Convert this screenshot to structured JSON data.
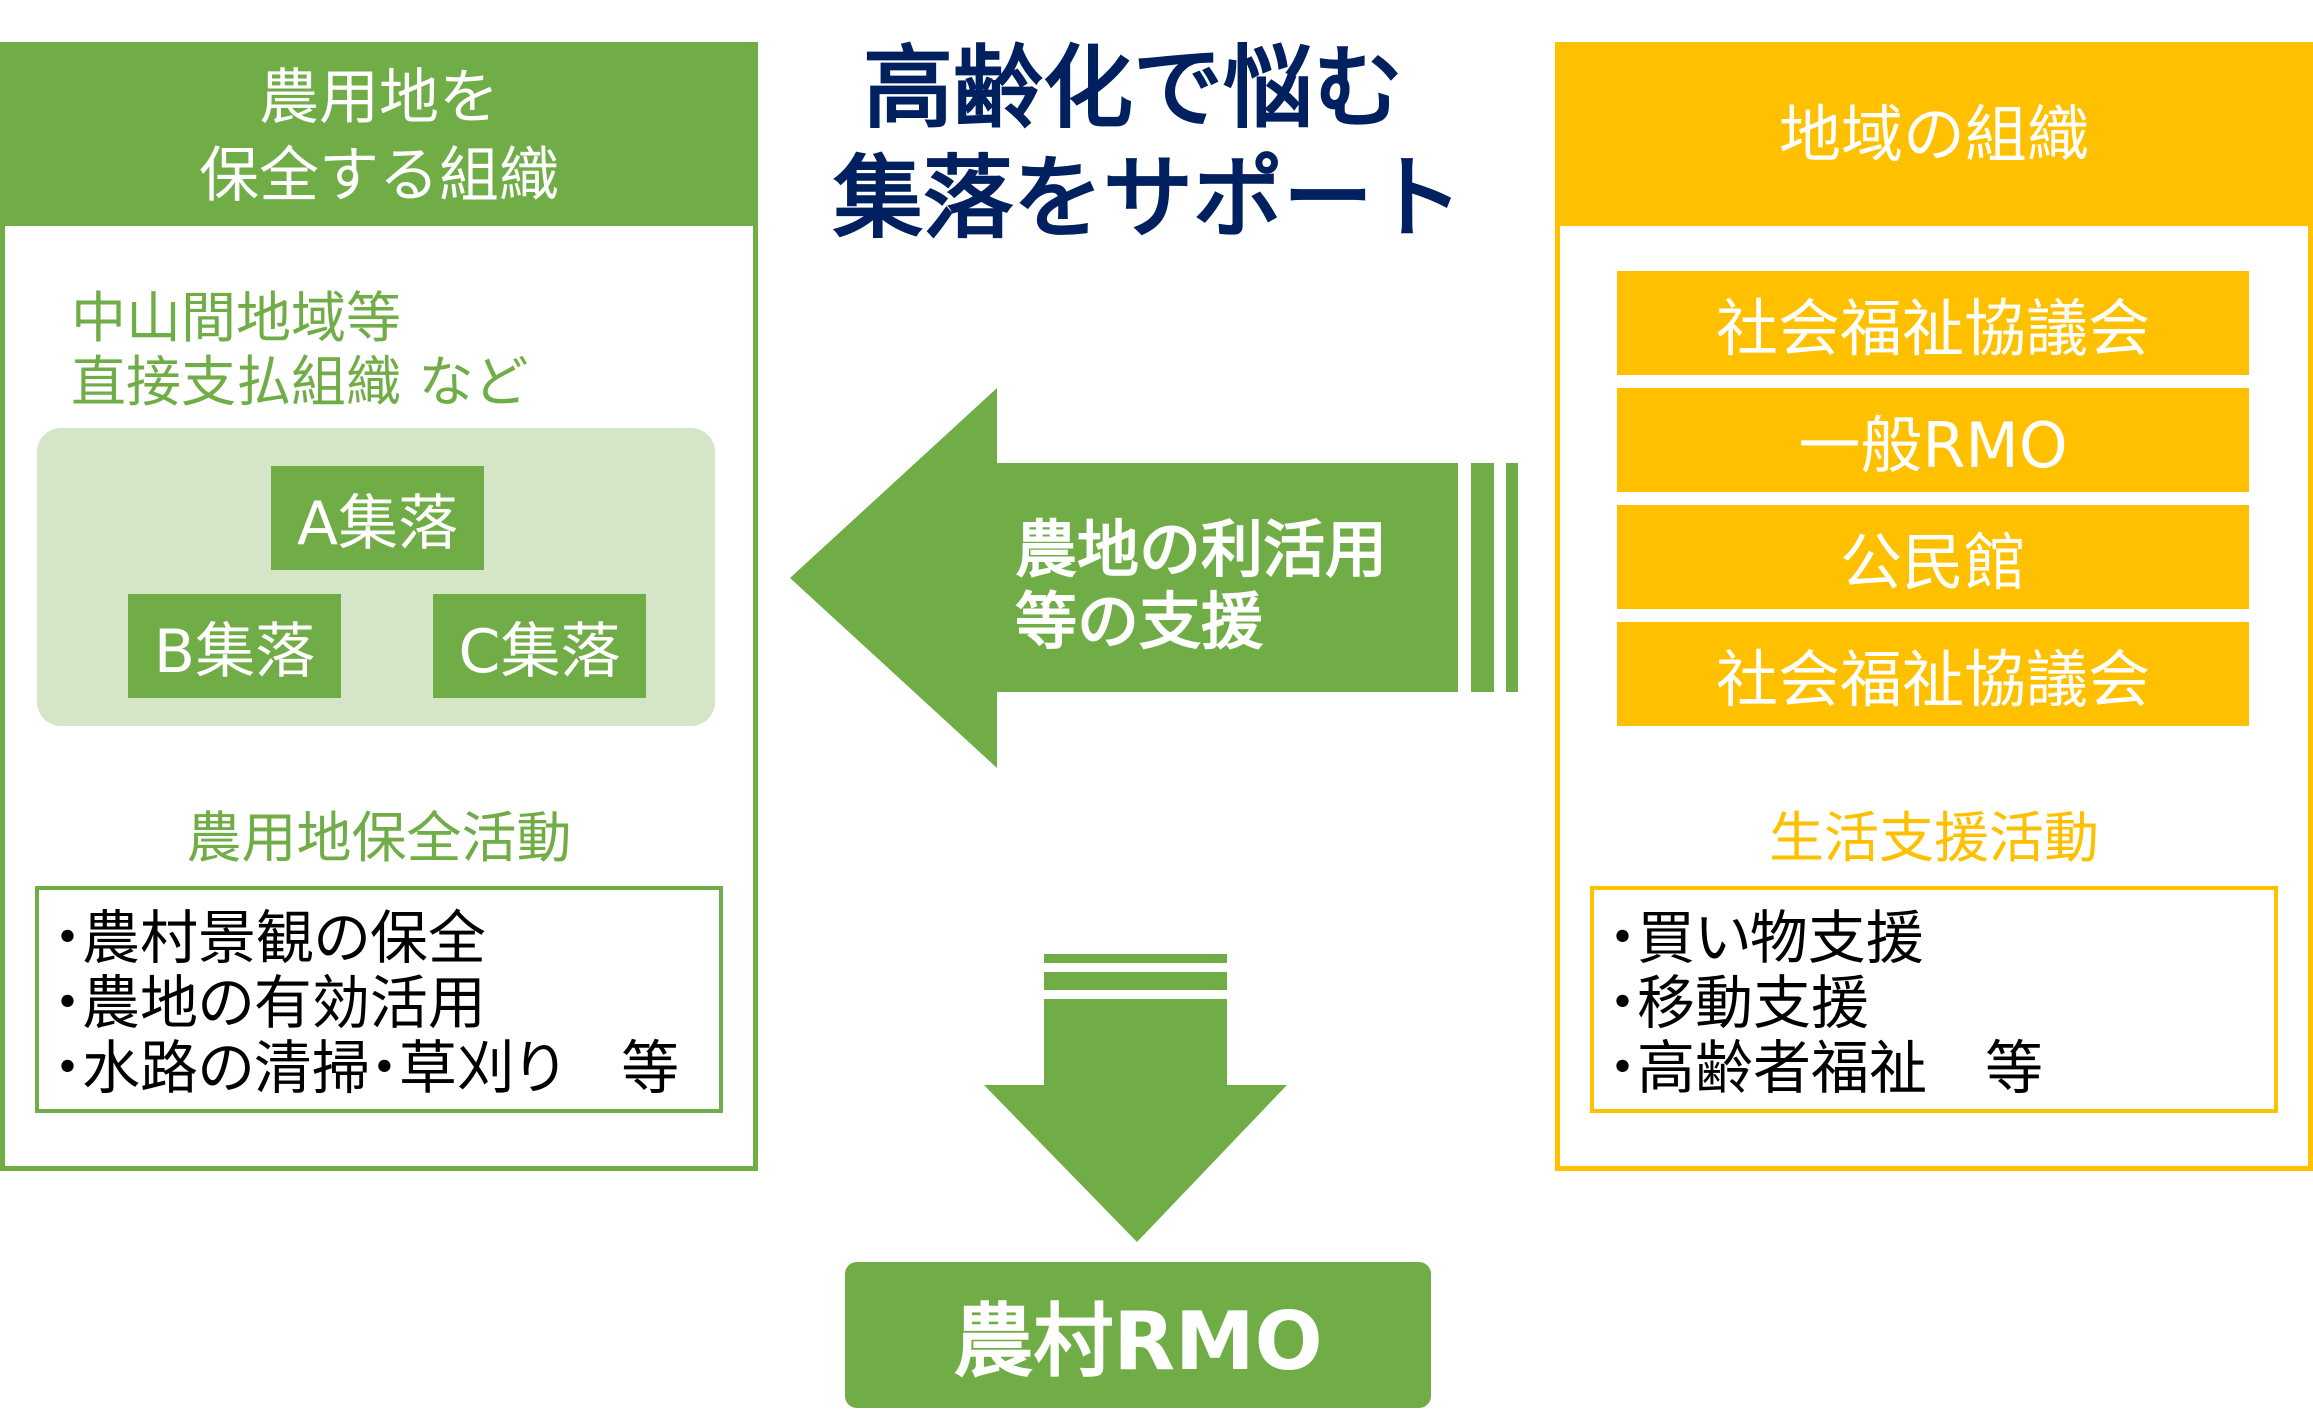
{
  "title": {
    "line1": "高齢化で悩む",
    "line2": "集落をサポート"
  },
  "left_panel": {
    "header": {
      "line1": "農用地を",
      "line2": "保全する組織"
    },
    "subtitle": {
      "line1": "中山間地域等",
      "line2": "直接支払組織 など"
    },
    "settlements": [
      "A集落",
      "B集落",
      "C集落"
    ],
    "activity_title": "農用地保全活動",
    "activities": [
      "・農村景観の保全",
      "・農地の有効活用",
      "・水路の清掃・草刈り　等"
    ]
  },
  "right_panel": {
    "header": "地域の組織",
    "organizations": [
      "社会福祉協議会",
      "一般RMO",
      "公民館",
      "社会福祉協議会"
    ],
    "activity_title": "生活支援活動",
    "activities": [
      "・買い物支援",
      "・移動支援",
      "・高齢者福祉　等"
    ]
  },
  "support_arrow": {
    "icon": "arrow-left",
    "line1": "農地の利活用",
    "line2": "等の支援"
  },
  "result_arrow": {
    "icon": "arrow-down"
  },
  "result": {
    "label": "農村RMO"
  },
  "colors": {
    "green": "#70ad47",
    "light_green": "#d5e5c8",
    "yellow": "#ffc000",
    "navy": "#002060",
    "text": "#000000"
  }
}
